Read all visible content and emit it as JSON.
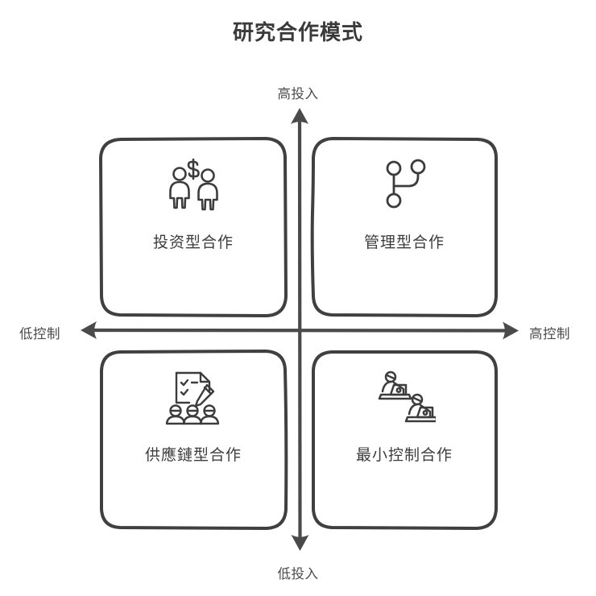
{
  "title": "研究合作模式",
  "colors": {
    "ink": "#3c3c3c",
    "axis": "#4a4a4a",
    "frame": "#404040",
    "background": "#ffffff"
  },
  "axes": {
    "vertical": {
      "top_label": "高投入",
      "bottom_label": "低投入"
    },
    "horizontal": {
      "left_label": "低控制",
      "right_label": "高控制"
    }
  },
  "quadrants": [
    {
      "position": "top-left",
      "label": "投资型合作",
      "icon": "two-people-dollar-icon"
    },
    {
      "position": "top-right",
      "label": "管理型合作",
      "icon": "git-branch-icon"
    },
    {
      "position": "bottom-left",
      "label": "供應鏈型合作",
      "icon": "checklist-people-icon"
    },
    {
      "position": "bottom-right",
      "label": "最小控制合作",
      "icon": "remote-laptop-workers-icon"
    }
  ],
  "chart_data": {
    "type": "matrix",
    "title": "研究合作模式",
    "xlabel": "控制",
    "ylabel": "投入",
    "x_axis": {
      "low": "低控制",
      "high": "高控制"
    },
    "y_axis": {
      "low": "低投入",
      "high": "高投入"
    },
    "cells": [
      {
        "x": "低控制",
        "y": "高投入",
        "label": "投资型合作"
      },
      {
        "x": "高控制",
        "y": "高投入",
        "label": "管理型合作"
      },
      {
        "x": "低控制",
        "y": "低投入",
        "label": "供應鏈型合作"
      },
      {
        "x": "高控制",
        "y": "低投入",
        "label": "最小控制合作"
      }
    ]
  }
}
